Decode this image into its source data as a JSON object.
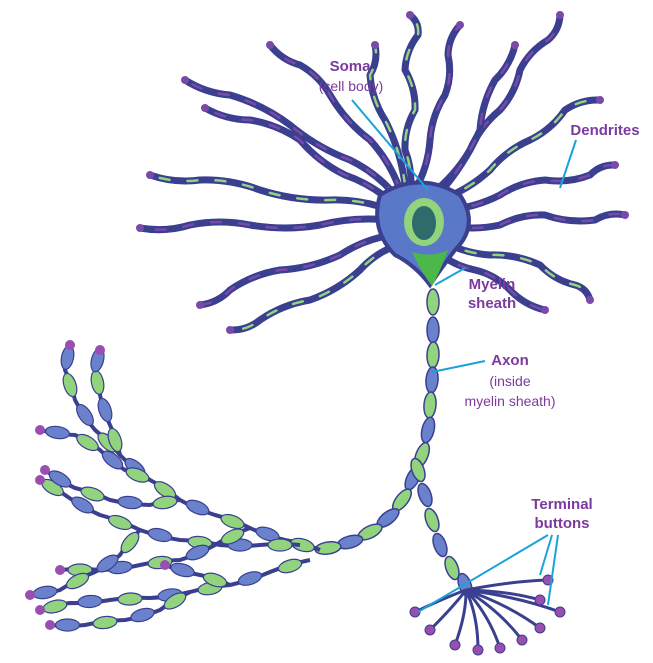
{
  "labels": {
    "soma": {
      "title": "Soma",
      "sub": "(cell body)"
    },
    "dendrites": {
      "title": "Dendrites"
    },
    "myelin": {
      "line1": "Myelin",
      "line2": "sheath"
    },
    "axon": {
      "title": "Axon",
      "sub1": "(inside",
      "sub2": "myelin sheath)"
    },
    "terminal": {
      "line1": "Terminal",
      "line2": "buttons"
    }
  },
  "colors": {
    "label_text": "#7c3a9e",
    "leader_line": "#1aa3d9",
    "dendrite": "#3a3f8f",
    "dendrite_highlight": "#7a4aa8",
    "soma": "#5a78c8",
    "nucleus": "#2e6b6a",
    "myelin_green": "#92d37e",
    "myelin_blue": "#6a82cc",
    "terminal_button": "#9a4fb0"
  }
}
